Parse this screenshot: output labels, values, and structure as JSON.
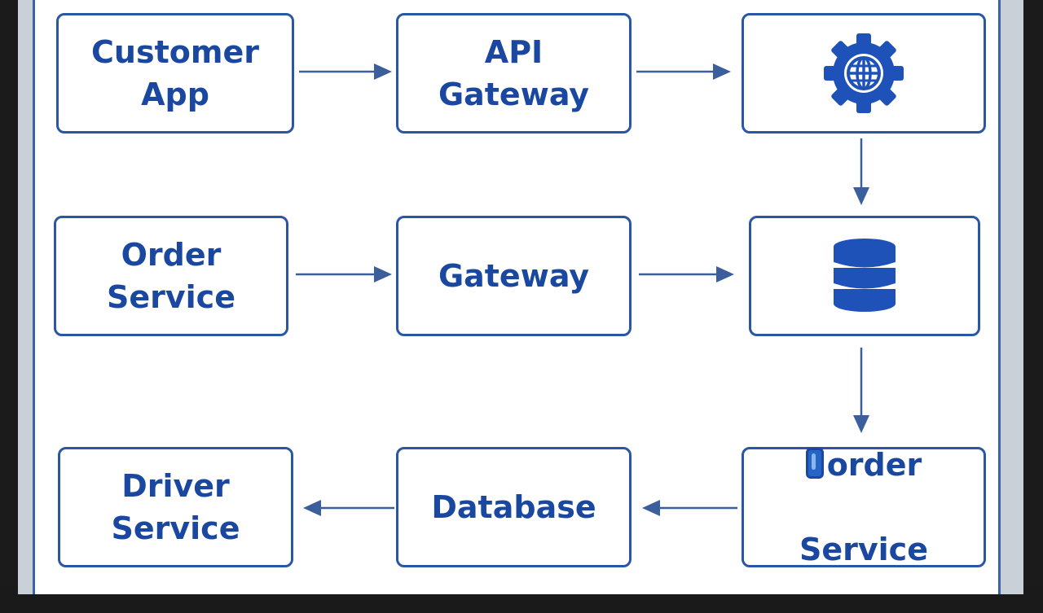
{
  "diagram": {
    "nodes": {
      "customer_app": {
        "label": "Customer\nApp"
      },
      "api_gateway": {
        "label": "API\nGateway"
      },
      "globe_service": {
        "icon": "globe-gear-icon"
      },
      "order_service_left": {
        "label": "Order\nService"
      },
      "gateway": {
        "label": "Gateway"
      },
      "database_icon_node": {
        "icon": "database-icon"
      },
      "driver_service": {
        "label": "Driver\nService"
      },
      "database": {
        "label": "Database"
      },
      "order_service_right": {
        "label_line1": "order",
        "label_line2": "Service",
        "icon": "phone-icon"
      }
    },
    "edges": [
      {
        "from": "customer_app",
        "to": "api_gateway"
      },
      {
        "from": "api_gateway",
        "to": "globe_service"
      },
      {
        "from": "globe_service",
        "to": "database_icon_node"
      },
      {
        "from": "order_service_left",
        "to": "gateway"
      },
      {
        "from": "gateway",
        "to": "database_icon_node"
      },
      {
        "from": "database_icon_node",
        "to": "order_service_right"
      },
      {
        "from": "order_service_right",
        "to": "database"
      },
      {
        "from": "database",
        "to": "driver_service"
      }
    ],
    "colors": {
      "border": "#2a56a6",
      "text": "#1a48a0",
      "arrow": "#3b5e9c",
      "icon": "#1f52b8"
    }
  }
}
